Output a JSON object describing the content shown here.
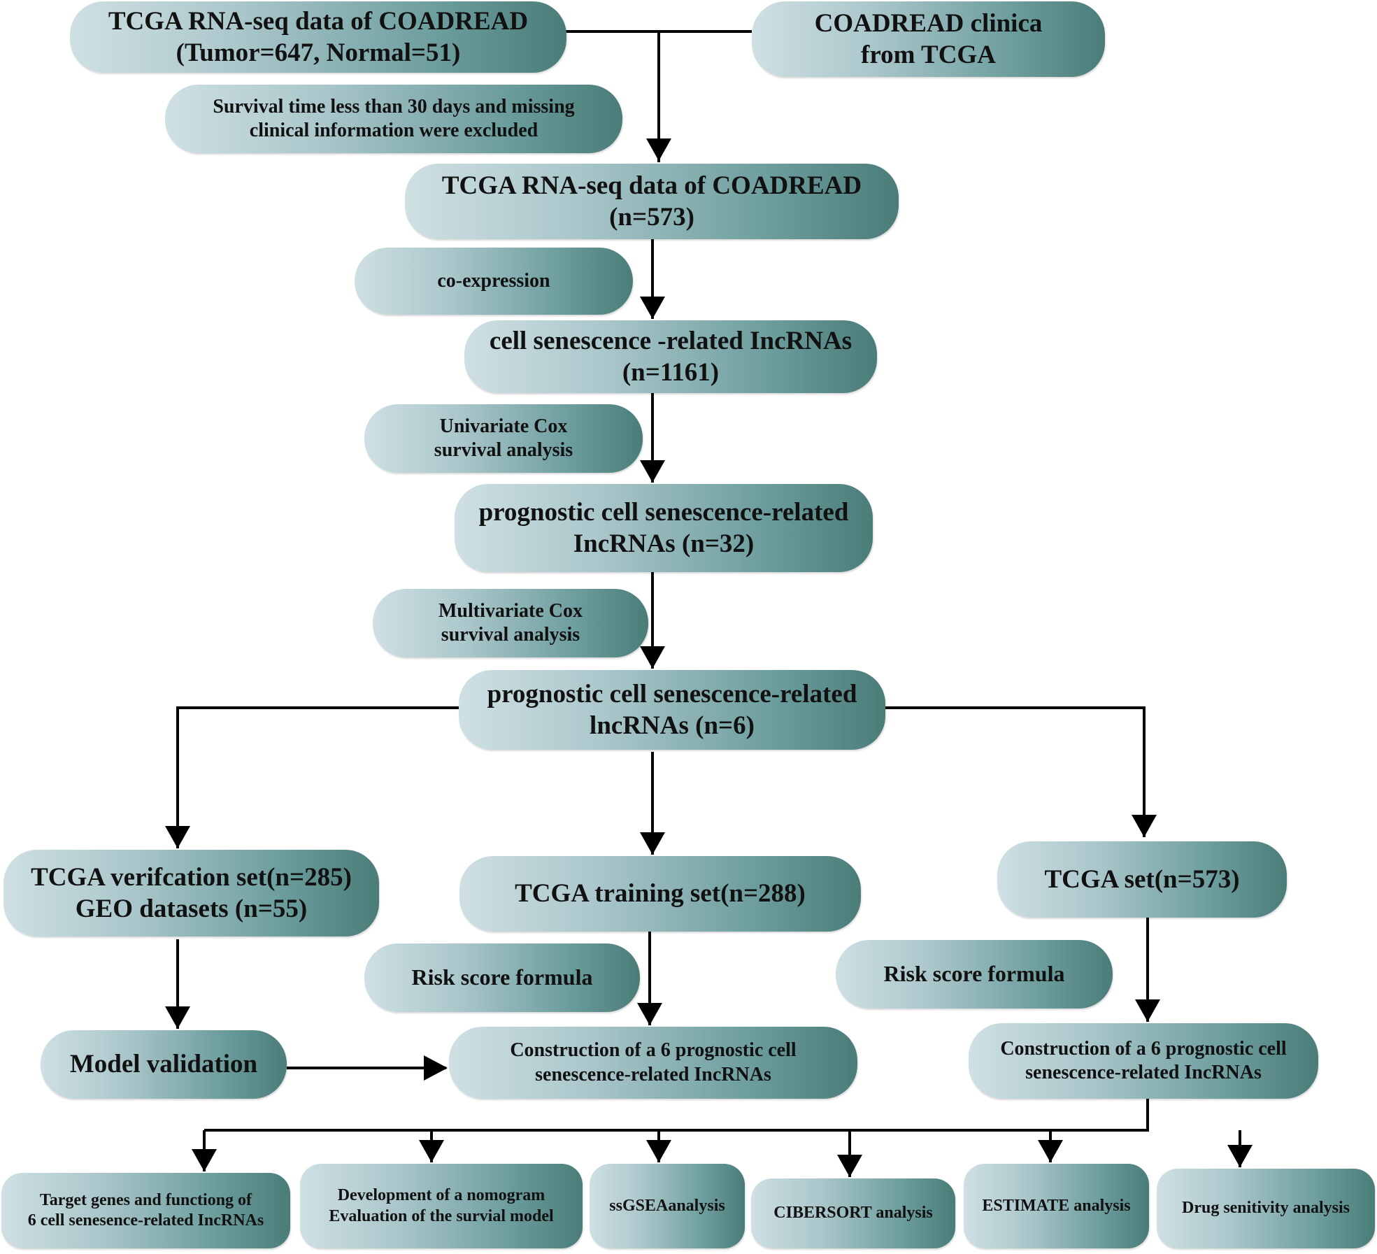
{
  "nodes": {
    "tcga_rnaseq": [
      "TCGA RNA-seq data of COADREAD",
      "(Tumor=647, Normal=51)"
    ],
    "clinical": [
      "COADREAD clinica",
      "from  TCGA"
    ],
    "exclusion": [
      "Survival time less than 30 days and missing",
      "clinical information were excluded"
    ],
    "rnaseq_573": [
      "TCGA RNA-seq data of COADREAD",
      "(n=573)"
    ],
    "coexpression": [
      "co-expression"
    ],
    "senescence_lncrnas": [
      "cell senescence -related IncRNAs",
      "(n=1161)"
    ],
    "univariate": [
      "Univariate Cox",
      "survival  analysis"
    ],
    "prognostic_32": [
      "prognostic cell senescence-related",
      "IncRNAs (n=32)"
    ],
    "multivariate": [
      "Multivariate Cox",
      "survival analysis"
    ],
    "prognostic_6": [
      "prognostic cell senescence-related",
      "lncRNAs (n=6)"
    ],
    "verification_set": [
      "TCGA verifcation set(n=285)",
      "GEO datasets (n=55)"
    ],
    "training_set": [
      "TCGA training set(n=288)"
    ],
    "tcga_set": [
      "TCGA set(n=573)"
    ],
    "model_validation": [
      "Model validation"
    ],
    "risk_formula_1": [
      "Risk score formula"
    ],
    "risk_formula_2": [
      "Risk score formula"
    ],
    "construction_1": [
      "Construction of a 6 prognostic cell",
      "senescence-related IncRNAs"
    ],
    "construction_2": [
      "Construction of a 6 prognostic cell",
      "senescence-related IncRNAs"
    ],
    "target_genes": [
      "Target genes and functiong of",
      "6 cell senesence-related IncRNAs"
    ],
    "nomogram": [
      "Development of a nomogram",
      "Evaluation of the survial model"
    ],
    "ssgsea": [
      "ssGSEAanalysis"
    ],
    "cibersort": [
      "CIBERSORT analysis"
    ],
    "estimate": [
      "ESTIMATE  analysis"
    ],
    "drug": [
      "Drug senitivity analysis"
    ]
  },
  "colors": {
    "node_light": "#cfe0e3",
    "node_dark": "#4a7c78",
    "arrow": "#000000"
  }
}
